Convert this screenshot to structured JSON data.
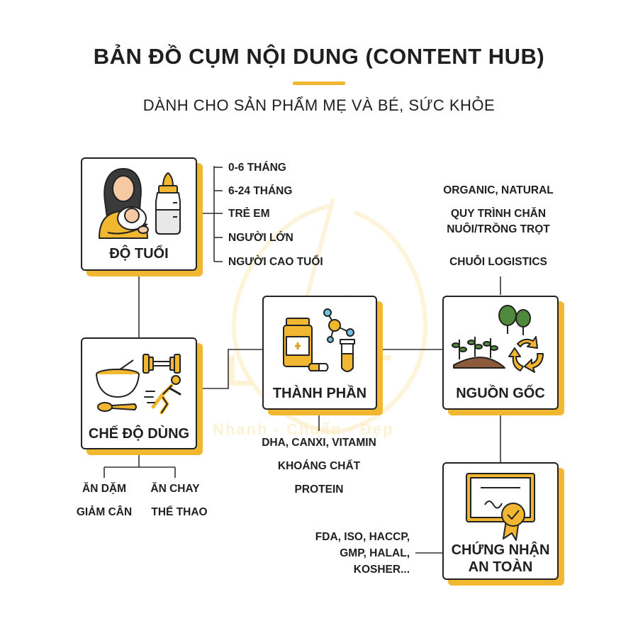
{
  "header": {
    "title": "BẢN ĐỒ CỤM NỘI DUNG (CONTENT HUB)",
    "subtitle": "DÀNH CHO SẢN PHẨM MẸ VÀ BÉ, SỨC KHỎE"
  },
  "watermark": {
    "brand": "LIGHT",
    "tagline": "Nhanh - Chuẩn - Đẹp"
  },
  "colors": {
    "accent": "#f2b731",
    "outline": "#222222",
    "leaf": "#4f8a3c"
  },
  "nodes": {
    "age": {
      "label": "ĐỘ TUỔI",
      "icons": [
        "mother-baby-icon",
        "baby-bottle-icon"
      ],
      "items": [
        "0-6 THÁNG",
        "6-24 THÁNG",
        "TRẺ EM",
        "NGƯỜI LỚN",
        "NGƯỜI CAO TUỔI"
      ]
    },
    "diet": {
      "label": "CHẾ ĐỘ DÙNG",
      "icons": [
        "bowl-icon",
        "dumbbell-icon",
        "runner-icon",
        "spoon-icon"
      ],
      "items": [
        "ĂN DẶM",
        "ĂN CHAY",
        "GIẢM CÂN",
        "THỂ THAO"
      ]
    },
    "ingredients": {
      "label": "THÀNH PHẦN",
      "icons": [
        "medicine-jar-icon",
        "molecule-icon",
        "test-tube-icon",
        "capsule-icon"
      ],
      "items": [
        "DHA, CANXI, VITAMIN",
        "KHOÁNG CHẤT",
        "PROTEIN"
      ]
    },
    "origin": {
      "label": "NGUỒN GỐC",
      "icons": [
        "tree-icon",
        "sprout-icon",
        "recycle-icon"
      ],
      "items": [
        "ORGANIC, NATURAL",
        "QUY TRÌNH CHĂN",
        "NUÔI/TRỒNG TRỌT",
        "CHUỖI LOGISTICS"
      ]
    },
    "cert": {
      "label_line1": "CHỨNG NHẬN",
      "label_line2": "AN TOÀN",
      "icons": [
        "certificate-icon"
      ],
      "items": [
        "FDA, ISO, HACCP,",
        "GMP, HALAL,",
        "KOSHER..."
      ]
    }
  }
}
